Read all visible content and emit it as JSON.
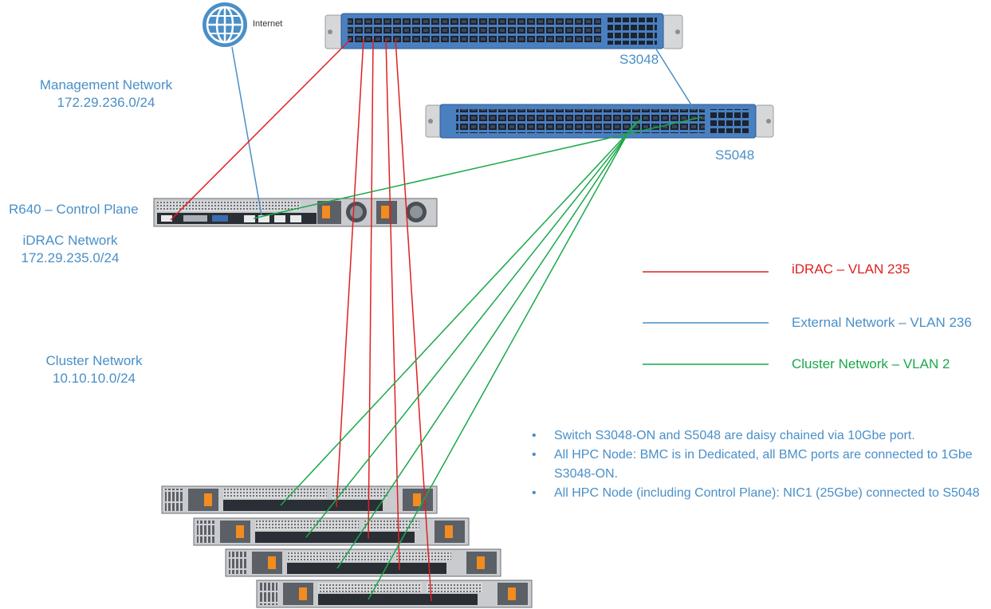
{
  "labels": {
    "internet": "Internet",
    "s3048": "S3048",
    "s5048": "S5048",
    "mgmt_title": "Management Network",
    "mgmt_subnet": "172.29.236.0/24",
    "control_plane": "R640 – Control Plane",
    "idrac_title": "iDRAC Network",
    "idrac_subnet": "172.29.235.0/24",
    "cluster_title": "Cluster Network",
    "cluster_subnet": "10.10.10.0/24"
  },
  "legend": [
    {
      "label": "iDRAC – VLAN 235",
      "color": "#e02020"
    },
    {
      "label": "External Network – VLAN 236",
      "color": "#4a8fc7"
    },
    {
      "label": "Cluster Network – VLAN 2",
      "color": "#1aa84a"
    }
  ],
  "notes": [
    "Switch S3048-ON and S5048 are daisy chained via 10Gbe port.",
    "All HPC Node: BMC is in Dedicated, all BMC ports are connected to 1Gbe S3048-ON.",
    "All HPC Node (including Control Plane): NIC1  (25Gbe) connected to S5048"
  ],
  "colors": {
    "idrac": "#e02020",
    "external": "#4a8fc7",
    "cluster": "#1aa84a",
    "text": "#4a8fc7",
    "switch_body": "#4a7fc0"
  }
}
